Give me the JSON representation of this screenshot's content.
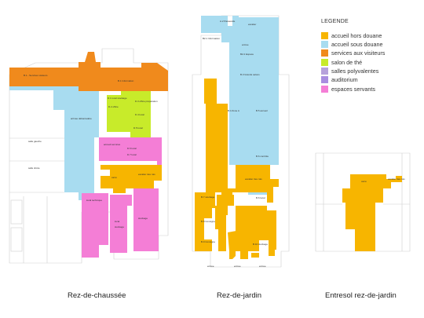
{
  "legend": {
    "title": "LEGENDE",
    "items": [
      {
        "label": "accueil hors douane",
        "color": "#f7b500"
      },
      {
        "label": "accueil sous douane",
        "color": "#a8dcf0"
      },
      {
        "label": "services aux visiteurs",
        "color": "#f08a1c"
      },
      {
        "label": "salon de thé",
        "color": "#c8eb2a"
      },
      {
        "label": "salles polyvalentes",
        "color": "#b6a2db"
      },
      {
        "label": "auditorium",
        "color": "#a98de0"
      },
      {
        "label": "espaces servants",
        "color": "#f47ed6"
      }
    ]
  },
  "plans": [
    {
      "caption": "Rez-de-chaussée",
      "labels": [
        "B.1 - Services visiteurs",
        "B.1 Information",
        "D.1 local stockage",
        "D.2 office",
        "D.3 office préparation",
        "D.4 local",
        "arrivée débarcadère",
        "D.5 local",
        "accueil services",
        "D.6 local",
        "D.7 local",
        "carré",
        "escalier des rois",
        "stockage",
        "local",
        "stockage",
        "local technique",
        "salle gauche",
        "salle droite"
      ]
    },
    {
      "caption": "Rez-de-jardin",
      "labels": [
        "A.2 Passerelle",
        "escalier",
        "B2.1 Information",
        "entrée",
        "B2.2 Espace",
        "B.3 Grands salons",
        "B.4 Zone A",
        "B.5 accueil",
        "B.6 contrôle",
        "escalier des rois",
        "B.6 local",
        "B.7 stockage",
        "B.8 Consigne",
        "B.9 Consigne",
        "B.10 stockage",
        "entrée",
        "entrée",
        "entrée"
      ]
    },
    {
      "caption": "Entresol rez-de-jardin",
      "labels": [
        "carré",
        "escalier des rois"
      ]
    }
  ]
}
